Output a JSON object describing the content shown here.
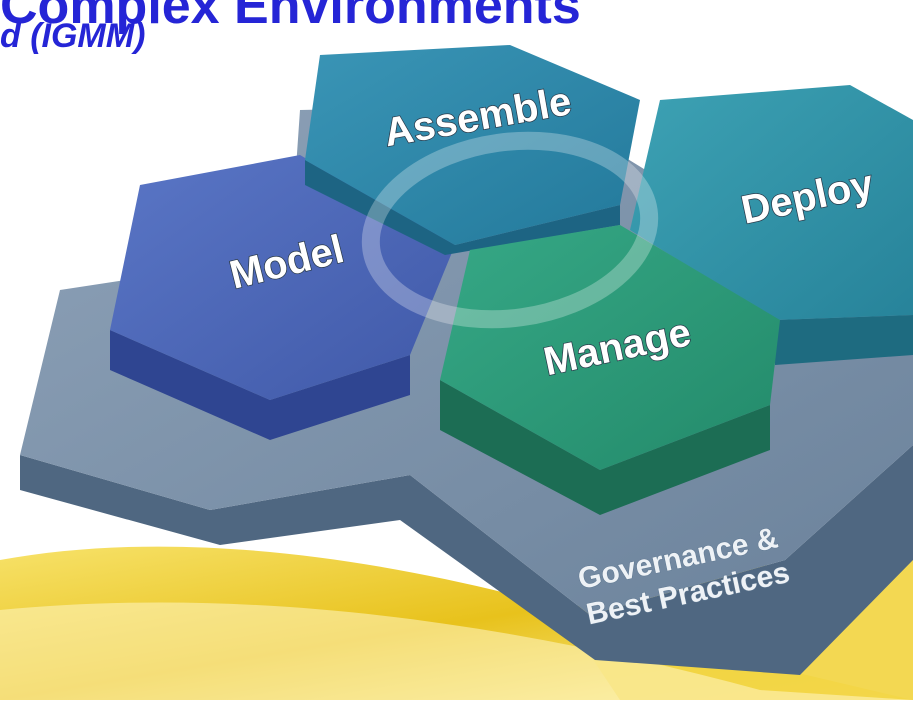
{
  "header": {
    "title_line1": "Complex Environments",
    "title_line2": "d (IGMM)"
  },
  "diagram": {
    "segments": [
      {
        "id": "model",
        "label": "Model"
      },
      {
        "id": "assemble",
        "label": "Assemble"
      },
      {
        "id": "deploy",
        "label": "Deploy"
      },
      {
        "id": "manage",
        "label": "Manage"
      }
    ],
    "base": {
      "label_line1": "Governance &",
      "label_line2": "Best Practices"
    }
  },
  "colors": {
    "title": "#2525d6",
    "model": "#4e68b8",
    "assemble": "#2d87a7",
    "deploy": "#3394a8",
    "manage": "#2f9a7a",
    "base": "#7a8fa6",
    "swoosh": "#f3d23a"
  }
}
